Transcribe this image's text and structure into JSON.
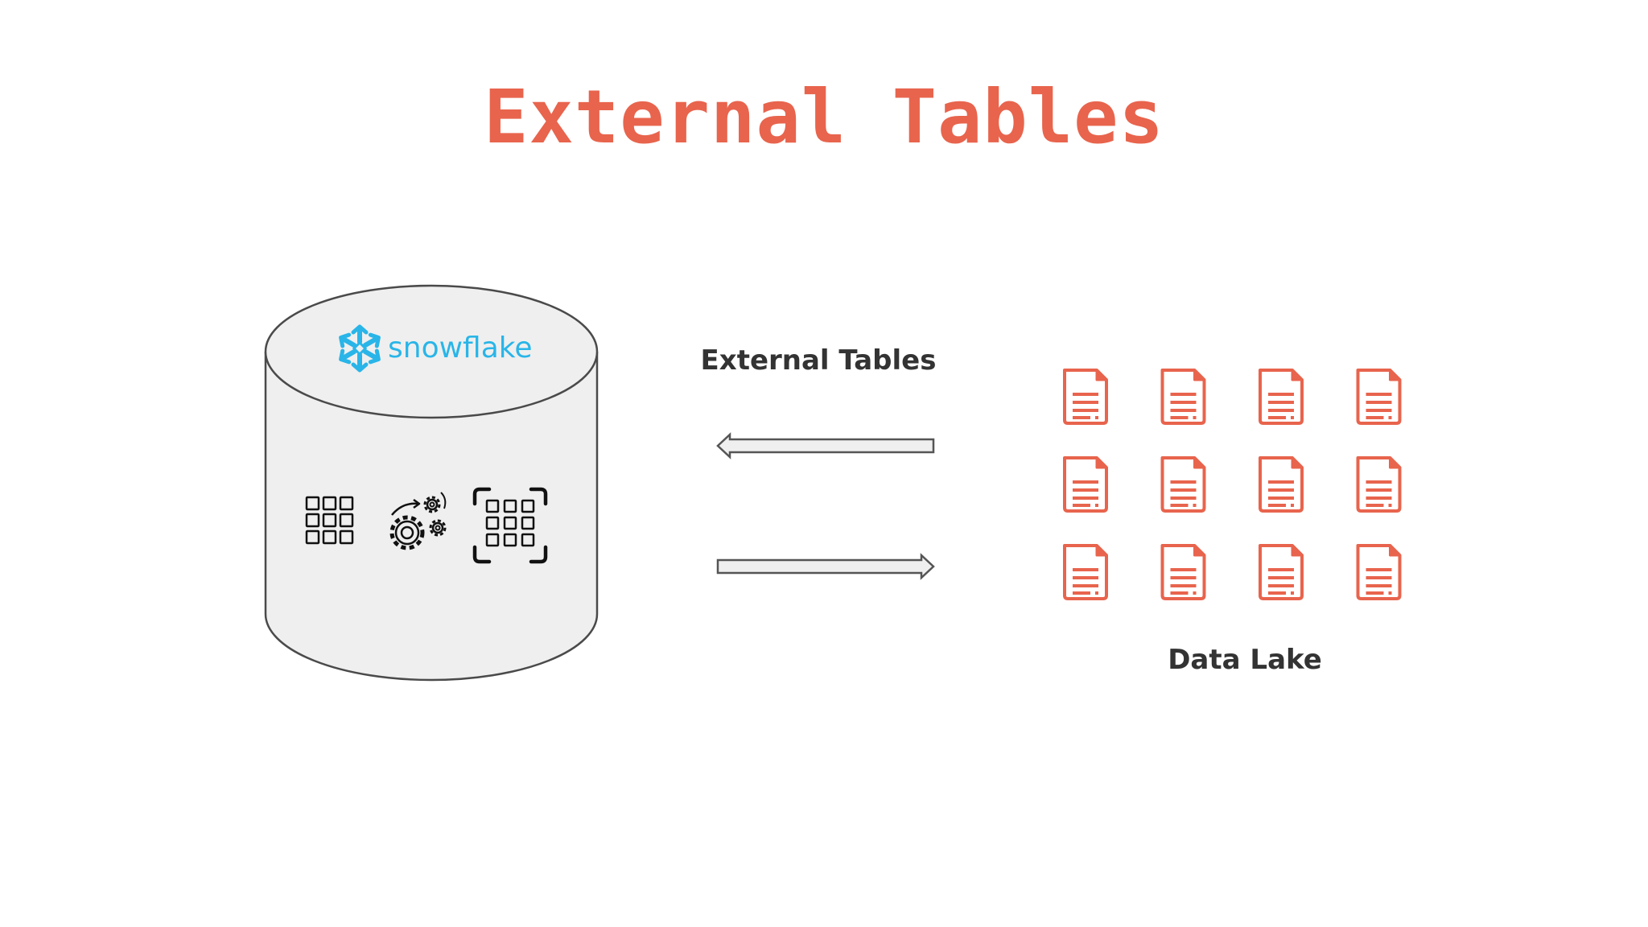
{
  "title": "External Tables",
  "database": {
    "brand": "snowflake",
    "icons": [
      "table-grid-icon",
      "gears-refresh-icon",
      "table-scan-icon"
    ]
  },
  "connection": {
    "label": "External Tables",
    "arrows": [
      "arrow-left-icon",
      "arrow-right-icon"
    ]
  },
  "data_lake": {
    "label": "Data Lake",
    "file_icon": "document-icon",
    "file_count": 12
  },
  "colors": {
    "accent": "#E8644D",
    "brand": "#29B5E8",
    "text": "#333333",
    "cylinder_fill": "#EFEFEF",
    "cylinder_stroke": "#4A4A4A"
  }
}
